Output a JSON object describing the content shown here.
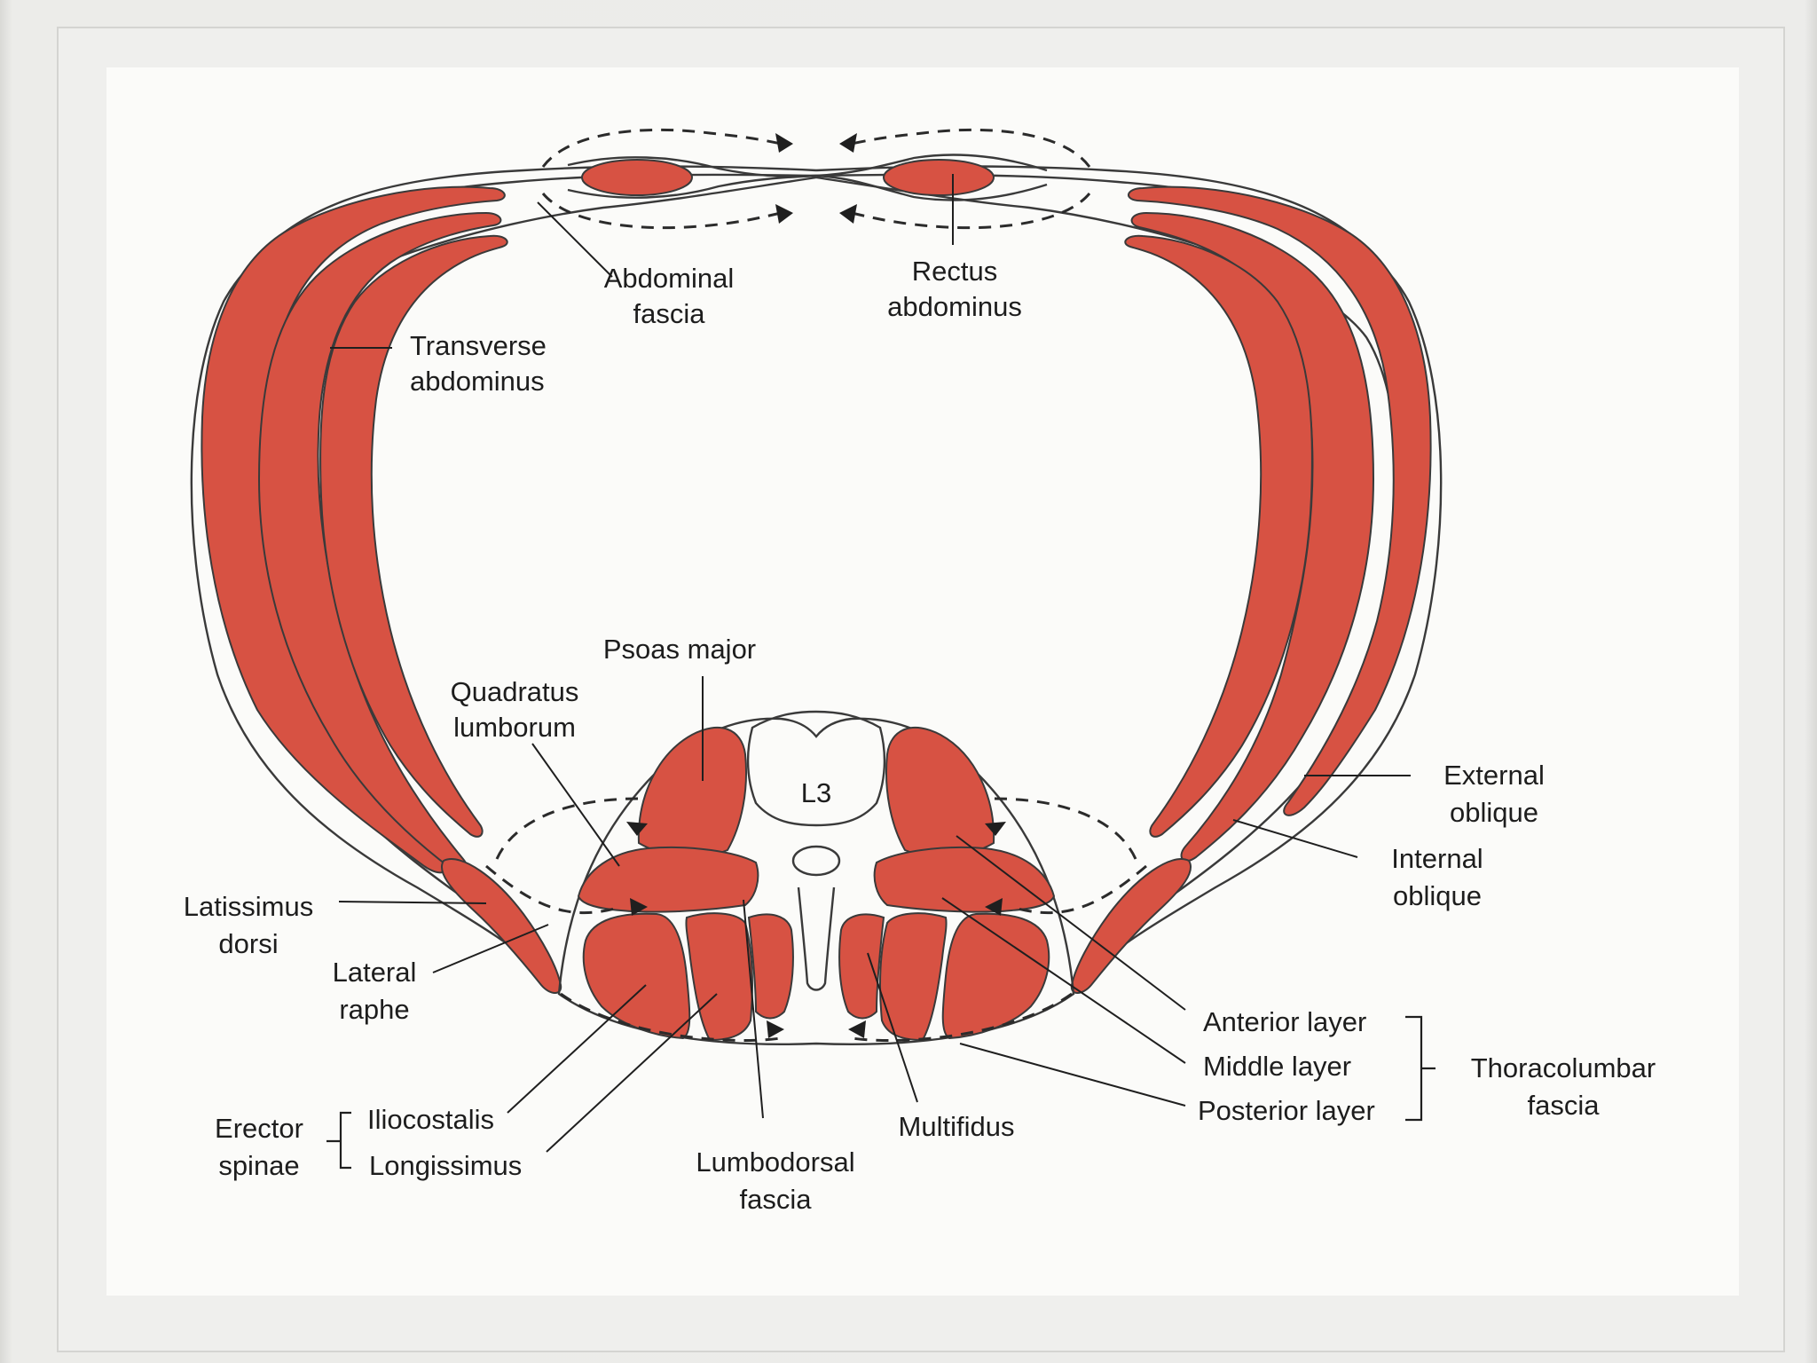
{
  "labels": {
    "abdominal_fascia": [
      "Abdominal",
      "fascia"
    ],
    "rectus_abdominus": [
      "Rectus",
      "abdominus"
    ],
    "transverse_abdominus": [
      "Transverse",
      "abdominus"
    ],
    "psoas_major": "Psoas major",
    "quadratus_lumborum": [
      "Quadratus",
      "lumborum"
    ],
    "vertebra": "L3",
    "external_oblique": [
      "External",
      "oblique"
    ],
    "internal_oblique": [
      "Internal",
      "oblique"
    ],
    "latissimus_dorsi": [
      "Latissimus",
      "dorsi"
    ],
    "lateral_raphe": [
      "Lateral",
      "raphe"
    ],
    "anterior_layer": "Anterior layer",
    "middle_layer": "Middle layer",
    "posterior_layer": "Posterior layer",
    "thoracolumbar_fascia": [
      "Thoracolumbar",
      "fascia"
    ],
    "erector_spinae": [
      "Erector",
      "spinae"
    ],
    "iliocostalis": "Iliocostalis",
    "longissimus": "Longissimus",
    "multifidus": "Multifidus",
    "lumbodorsal_fascia": [
      "Lumbodorsal",
      "fascia"
    ]
  },
  "colors": {
    "muscle": "#d75243",
    "outline": "#3a3a3a",
    "paper": "#fbfbf9"
  }
}
